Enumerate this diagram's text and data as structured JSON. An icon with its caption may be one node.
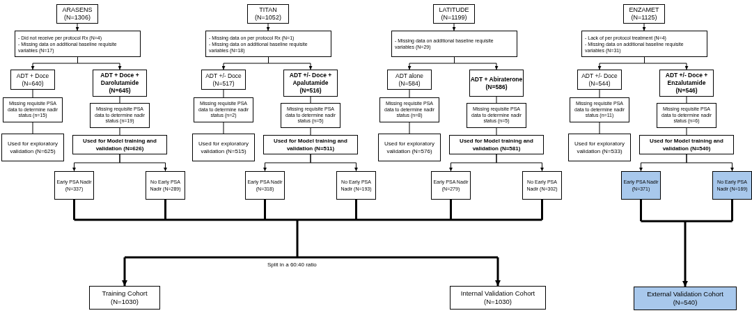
{
  "diagram": {
    "nodes": [
      {
        "text": [
          "ARASENS (N=1306)"
        ]
      },
      {
        "text": [
          "- Did not receive per protocol Rx (N=4)",
          "- Missing data on additional baseline requisite variables (N=17)"
        ]
      },
      {
        "text": [
          "ADT + Doce (N=640)"
        ]
      },
      {
        "text": [
          "ADT + Doce + Darolutamide (N=645)"
        ]
      },
      {
        "text": [
          "Missing requisite PSA data to determine nadir status (n=15)"
        ]
      },
      {
        "text": [
          "Missing requisite PSA data to determine nadir status (n=19)"
        ]
      },
      {
        "text": [
          "Used for exploratory validation (N=625)"
        ]
      },
      {
        "text": [
          "Used for Model training and validation (N=626)"
        ]
      },
      {
        "text": [
          "Early PSA Nadir (N=337)"
        ]
      },
      {
        "text": [
          "No Early PSA Nadir (N=289)"
        ]
      },
      {
        "text": [
          "TITAN (N=1052)"
        ]
      },
      {
        "text": [
          "- Missing data on per protocol Rx (N=1)",
          "- Missing data on additional baseline requisite variables (N=18)"
        ]
      },
      {
        "text": [
          "ADT +/- Doce (N=517)"
        ]
      },
      {
        "text": [
          "ADT +/- Doce + Apalutamide (N=516)"
        ]
      },
      {
        "text": [
          "Missing requisite PSA data to determine nadir status (n=2)"
        ]
      },
      {
        "text": [
          "Missing requisite PSA data to determine nadir status (n=5)"
        ]
      },
      {
        "text": [
          "Used for exploratory validation (N=515)"
        ]
      },
      {
        "text": [
          "Used for Model training and validation (N=511)"
        ]
      },
      {
        "text": [
          "Early PSA Nadir (N=318)"
        ]
      },
      {
        "text": [
          "No Early PSA Nadir (N=193)"
        ]
      },
      {
        "text": [
          "LATITUDE (N=1199)"
        ]
      },
      {
        "text": [
          "- Missing data on additional baseline requisite variables (N=29)"
        ]
      },
      {
        "text": [
          "ADT alone (N=584)"
        ]
      },
      {
        "text": [
          "ADT + Abiraterone (N=586)"
        ]
      },
      {
        "text": [
          "Missing requisite PSA data to determine nadir status (n=8)"
        ]
      },
      {
        "text": [
          "Missing requisite PSA data to determine nadir status (n=5)"
        ]
      },
      {
        "text": [
          "Used for exploratory validation (N=576)"
        ]
      },
      {
        "text": [
          "Used for Model training and validation (N=581)"
        ]
      },
      {
        "text": [
          "Early PSA Nadir (N=279)"
        ]
      },
      {
        "text": [
          "No Early PSA Nadir (N=302)"
        ]
      },
      {
        "text": [
          "ENZAMET (N=1125)"
        ]
      },
      {
        "text": [
          "- Lack of per protocol treatment (N=4)",
          "- Missing data on additional baseline requisite variables (N=31)"
        ]
      },
      {
        "text": [
          "ADT +/- Doce (N=544)"
        ]
      },
      {
        "text": [
          "ADT +/- Doce + Enzalutamide (N=546)"
        ]
      },
      {
        "text": [
          "Missing requisite PSA data to determine nadir status (n=11)"
        ]
      },
      {
        "text": [
          "Missing requisite PSA data to determine nadir status (n=6)"
        ]
      },
      {
        "text": [
          "Used for exploratory validation (N=533)"
        ]
      },
      {
        "text": [
          "Used for Model training and validation (N=540)"
        ]
      },
      {
        "text": [
          "Early PSA Nadir (N=371)"
        ]
      },
      {
        "text": [
          "No Early PSA Nadir (N=169)"
        ]
      },
      {
        "text": [
          "Training Cohort (N=1030)"
        ]
      },
      {
        "text": [
          "Internal Validation Cohort (N=1030)"
        ]
      },
      {
        "text": [
          "External Validation Cohort (N=540)"
        ]
      }
    ],
    "edges": [
      {
        "from": 0,
        "to": 1,
        "arrow": "to"
      },
      {
        "from": 1,
        "to": 2,
        "arrow": "to"
      },
      {
        "from": 1,
        "to": 3,
        "arrow": "to"
      },
      {
        "from": 2,
        "to": 4,
        "arrow": "none"
      },
      {
        "from": 4,
        "to": 6,
        "arrow": "none"
      },
      {
        "from": 3,
        "to": 5,
        "arrow": "none"
      },
      {
        "from": 5,
        "to": 7,
        "arrow": "none"
      },
      {
        "from": 7,
        "to": 8,
        "arrow": "to"
      },
      {
        "from": 7,
        "to": 9,
        "arrow": "to"
      },
      {
        "from": 10,
        "to": 11,
        "arrow": "to"
      },
      {
        "from": 11,
        "to": 12,
        "arrow": "to"
      },
      {
        "from": 11,
        "to": 13,
        "arrow": "to"
      },
      {
        "from": 12,
        "to": 14,
        "arrow": "none"
      },
      {
        "from": 14,
        "to": 16,
        "arrow": "none"
      },
      {
        "from": 13,
        "to": 15,
        "arrow": "none"
      },
      {
        "from": 15,
        "to": 17,
        "arrow": "none"
      },
      {
        "from": 17,
        "to": 18,
        "arrow": "to"
      },
      {
        "from": 17,
        "to": 19,
        "arrow": "to"
      },
      {
        "from": 20,
        "to": 21,
        "arrow": "to"
      },
      {
        "from": 21,
        "to": 22,
        "arrow": "to"
      },
      {
        "from": 21,
        "to": 23,
        "arrow": "to"
      },
      {
        "from": 22,
        "to": 24,
        "arrow": "none"
      },
      {
        "from": 24,
        "to": 26,
        "arrow": "none"
      },
      {
        "from": 23,
        "to": 25,
        "arrow": "none"
      },
      {
        "from": 25,
        "to": 27,
        "arrow": "none"
      },
      {
        "from": 27,
        "to": 28,
        "arrow": "to"
      },
      {
        "from": 27,
        "to": 29,
        "arrow": "to"
      },
      {
        "from": 30,
        "to": 31,
        "arrow": "to"
      },
      {
        "from": 31,
        "to": 32,
        "arrow": "to"
      },
      {
        "from": 31,
        "to": 33,
        "arrow": "to"
      },
      {
        "from": 32,
        "to": 34,
        "arrow": "none"
      },
      {
        "from": 34,
        "to": 36,
        "arrow": "none"
      },
      {
        "from": 33,
        "to": 35,
        "arrow": "none"
      },
      {
        "from": 35,
        "to": 37,
        "arrow": "none"
      },
      {
        "from": 37,
        "to": 38,
        "arrow": "to"
      },
      {
        "from": 37,
        "to": 39,
        "arrow": "to"
      },
      {
        "from": 8,
        "to": 40,
        "arrow": "to",
        "style": "thick"
      },
      {
        "from": 9,
        "to": 40,
        "arrow": "to",
        "style": "thick"
      },
      {
        "from": 18,
        "to": 40,
        "arrow": "to",
        "style": "thick"
      },
      {
        "from": 19,
        "to": 40,
        "arrow": "to",
        "style": "thick"
      },
      {
        "from": 28,
        "to": 40,
        "arrow": "to",
        "style": "thick"
      },
      {
        "from": 29,
        "to": 40,
        "arrow": "to",
        "style": "thick"
      },
      {
        "from": 8,
        "to": 41,
        "arrow": "to",
        "style": "thick"
      },
      {
        "from": 9,
        "to": 41,
        "arrow": "to",
        "style": "thick"
      },
      {
        "from": 18,
        "to": 41,
        "arrow": "to",
        "style": "thick"
      },
      {
        "from": 19,
        "to": 41,
        "arrow": "to",
        "style": "thick"
      },
      {
        "from": 28,
        "to": 41,
        "arrow": "to",
        "style": "thick"
      },
      {
        "from": 29,
        "to": 41,
        "arrow": "to",
        "style": "thick"
      },
      {
        "from": 38,
        "to": 42,
        "arrow": "to",
        "style": "thick"
      },
      {
        "from": 39,
        "to": 42,
        "arrow": "to",
        "style": "thick"
      }
    ],
    "labels": [
      "Split in a 60:40 ratio"
    ]
  }
}
